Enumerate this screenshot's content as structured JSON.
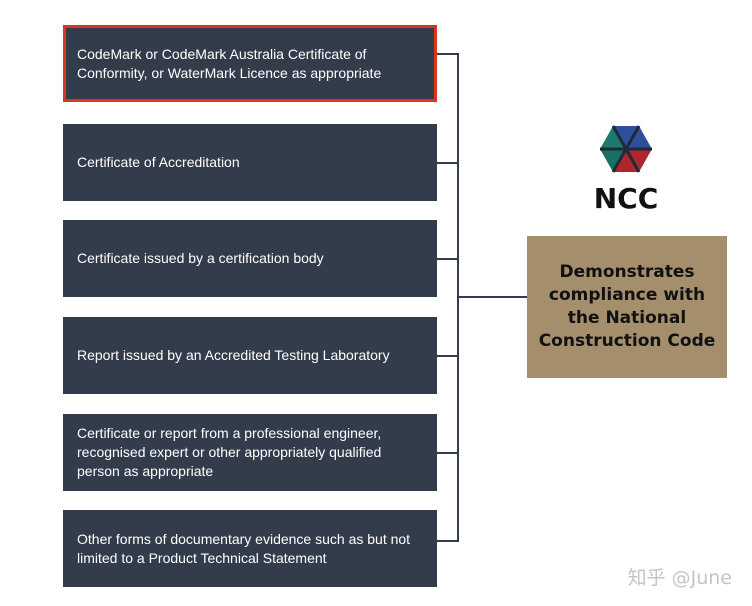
{
  "boxes": [
    {
      "text": "CodeMark or CodeMark Australia Certificate of Conformity, or WaterMark Licence as appropriate",
      "highlighted": true
    },
    {
      "text": "Certificate of Accreditation",
      "highlighted": false
    },
    {
      "text": "Certificate issued by a certification body",
      "highlighted": false
    },
    {
      "text": "Report issued by an Accredited Testing Laboratory",
      "highlighted": false
    },
    {
      "text": "Certificate or report from a professional engineer, recognised expert or other appropriately qualified person as appropriate",
      "highlighted": false
    },
    {
      "text": "Other forms of documentary evidence such as but not limited to a Product Technical Statement",
      "highlighted": false
    }
  ],
  "result": {
    "text": "Demonstrates compliance with the National Construction Code"
  },
  "logo": {
    "text": "NCC",
    "icon": "ncc-hexagon-logo",
    "colors": [
      "#2e4f9e",
      "#1d7a6d",
      "#b0262f",
      "#1f2a38"
    ]
  },
  "watermark": {
    "text": "知乎 @June"
  },
  "colors": {
    "box": "#323c4b",
    "highlight_border": "#d9351f",
    "result_box": "#a48e6c"
  }
}
